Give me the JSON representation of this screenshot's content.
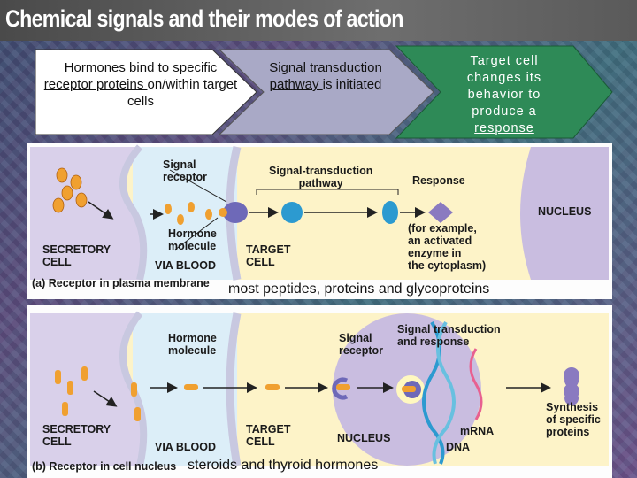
{
  "title": "Chemical signals and their modes of action",
  "flow": [
    {
      "pre": "Hormones bind to ",
      "u": "specific receptor proteins ",
      "post": "on/within target cells"
    },
    {
      "pre": "",
      "u": "Signal transduction pathway ",
      "post": "is initiated"
    },
    {
      "pre": "Target cell changes its behavior to produce a ",
      "u": "response",
      "post": ""
    }
  ],
  "panel_a": {
    "signal_receptor": "Signal\nreceptor",
    "pathway": "Signal-transduction\npathway",
    "response": "Response",
    "nucleus": "NUCLEUS",
    "example": "(for example,\nan activated\nenzyme in\nthe cytoplasm)",
    "hormone_molecule": "Hormone\nmolecule",
    "target_cell": "TARGET\nCELL",
    "secretory_cell": "SECRETORY\nCELL",
    "via_blood": "VIA BLOOD",
    "caption": "(a) Receptor in plasma membrane",
    "note": "most peptides, proteins and glycoproteins"
  },
  "panel_b": {
    "hormone_molecule": "Hormone\nmolecule",
    "signal_receptor": "Signal\nreceptor",
    "transduction": "Signal transduction\nand response",
    "secretory_cell": "SECRETORY\nCELL",
    "via_blood": "VIA BLOOD",
    "target_cell": "TARGET\nCELL",
    "nucleus": "NUCLEUS",
    "mrna": "mRNA",
    "dna": "DNA",
    "synthesis": "Synthesis\nof specific\nproteins",
    "caption": "(b) Receptor in cell nucleus",
    "note": "steroids and thyroid hormones"
  },
  "colors": {
    "arrow1": "#ffffff",
    "arrow2": "#a9a9c6",
    "arrow3": "#2e8a57",
    "panel_bg": "#fdf3c8",
    "blood": "#dceef8",
    "nucleus": "#c9bde0",
    "membrane": "#c8c8e0",
    "receptor": "#6e69b8",
    "hormone": "#f0a030",
    "relay": "#2c9ad0"
  }
}
